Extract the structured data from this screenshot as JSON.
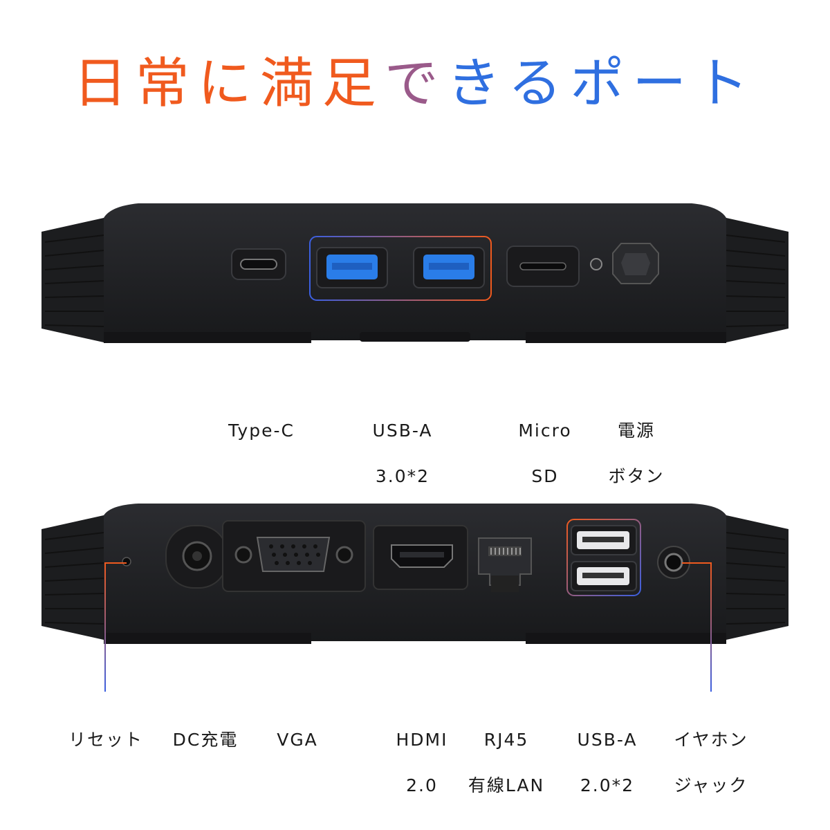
{
  "title": {
    "part1": "日常に満足",
    "part2": "で",
    "part3": "きるポート"
  },
  "colors": {
    "orange": "#f05a1e",
    "blue": "#2f6fe0",
    "usb_blue": "#2a7de8",
    "device": "#1f2023"
  },
  "front_labels": [
    {
      "line1": "Type-C",
      "line2": ""
    },
    {
      "line1": "USB-A",
      "line2": "3.0*2"
    },
    {
      "line1": "Micro",
      "line2": "SD"
    },
    {
      "line1": "電源",
      "line2": "ボタン"
    }
  ],
  "rear_labels": [
    {
      "line1": "リセット",
      "line2": ""
    },
    {
      "line1": "DC充電",
      "line2": ""
    },
    {
      "line1": "VGA",
      "line2": ""
    },
    {
      "line1": "HDMI",
      "line2": "2.0"
    },
    {
      "line1": "RJ45",
      "line2": "有線LAN"
    },
    {
      "line1": "USB-A",
      "line2": "2.0*2"
    },
    {
      "line1": "イヤホン",
      "line2": "ジャック"
    }
  ]
}
